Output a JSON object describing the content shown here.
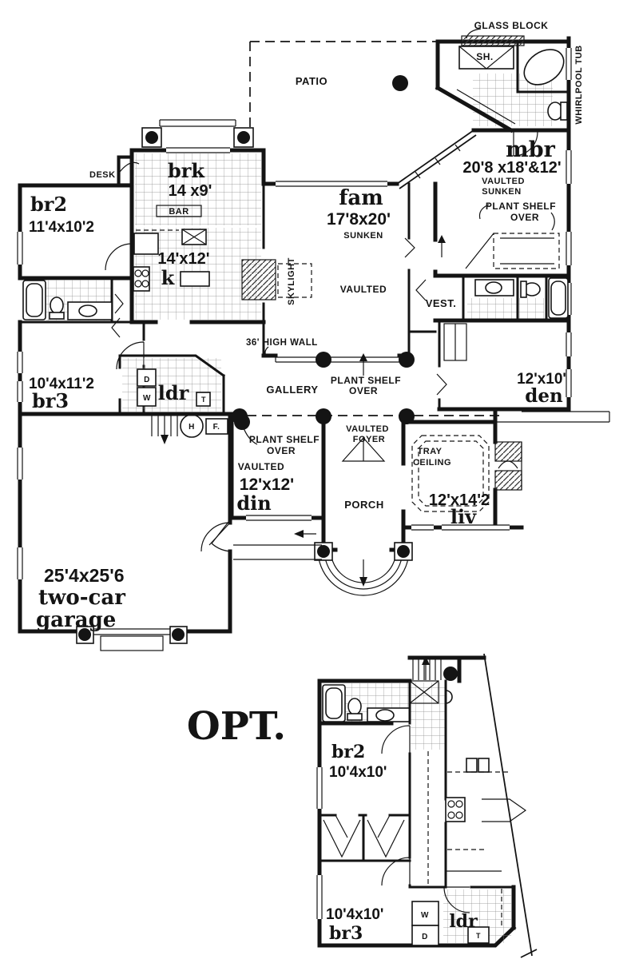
{
  "opt_title": "OPT.",
  "main": {
    "patio": "PATIO",
    "glass_block": "GLASS BLOCK",
    "shower": "SH.",
    "whirlpool_tub": "WHIRLPOOL TUB",
    "desk": "DESK",
    "bar": "BAR",
    "plant_shelf": "PLANT SHELF",
    "over": "OVER",
    "skylight": "SKYLIGHT",
    "vest": "VEST.",
    "high_wall": "36' HIGH WALL",
    "gallery": "GALLERY",
    "porch": "PORCH",
    "foyer_l1": "VAULTED",
    "foyer_l2": "FOYER",
    "tray_l1": "TRAY",
    "tray_l2": "CEILING",
    "mbr": {
      "name": "mbr",
      "dim": "20'8 x18'&12'",
      "note1": "VAULTED",
      "note2": "SUNKEN"
    },
    "brk": {
      "name": "brk",
      "dim": "14 x9'"
    },
    "br2": {
      "name": "br2",
      "dim": "11'4x10'2"
    },
    "fam": {
      "name": "fam",
      "dim": "17'8x20'",
      "note1": "SUNKEN",
      "note2": "VAULTED"
    },
    "kitchen": {
      "name": "k",
      "dim": "14'x12'"
    },
    "br3": {
      "name": "br3",
      "dim": "10'4x11'2"
    },
    "ldr": {
      "name": "ldr",
      "washer": "W",
      "dryer": "D",
      "tank": "T",
      "water_heater": "H",
      "furnace": "F."
    },
    "den": {
      "name": "den",
      "dim": "12'x10'"
    },
    "din": {
      "name": "din",
      "dim": "12'x12'",
      "note": "VAULTED"
    },
    "liv": {
      "name": "liv",
      "dim": "12'x14'2"
    },
    "garage": {
      "dim": "25'4x25'6",
      "name_l1": "two-car",
      "name_l2": "garage"
    }
  },
  "opt": {
    "br2": {
      "name": "br2",
      "dim": "10'4x10'"
    },
    "br3": {
      "name": "br3",
      "dim": "10'4x10'"
    },
    "ldr": {
      "name": "ldr",
      "washer": "W",
      "dryer": "D",
      "tank": "T"
    }
  }
}
